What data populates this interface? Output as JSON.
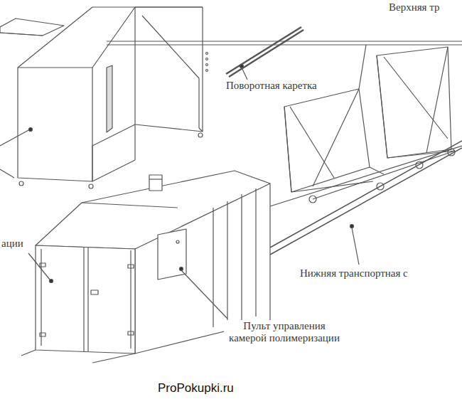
{
  "diagram": {
    "labels": [
      "Верхняя тр",
      "Поворотная каретка",
      "ации",
      "Пульт управления камерой полимеризации",
      "Нижняя транспортная с",
      "ProPokupki.ru"
    ]
  }
}
